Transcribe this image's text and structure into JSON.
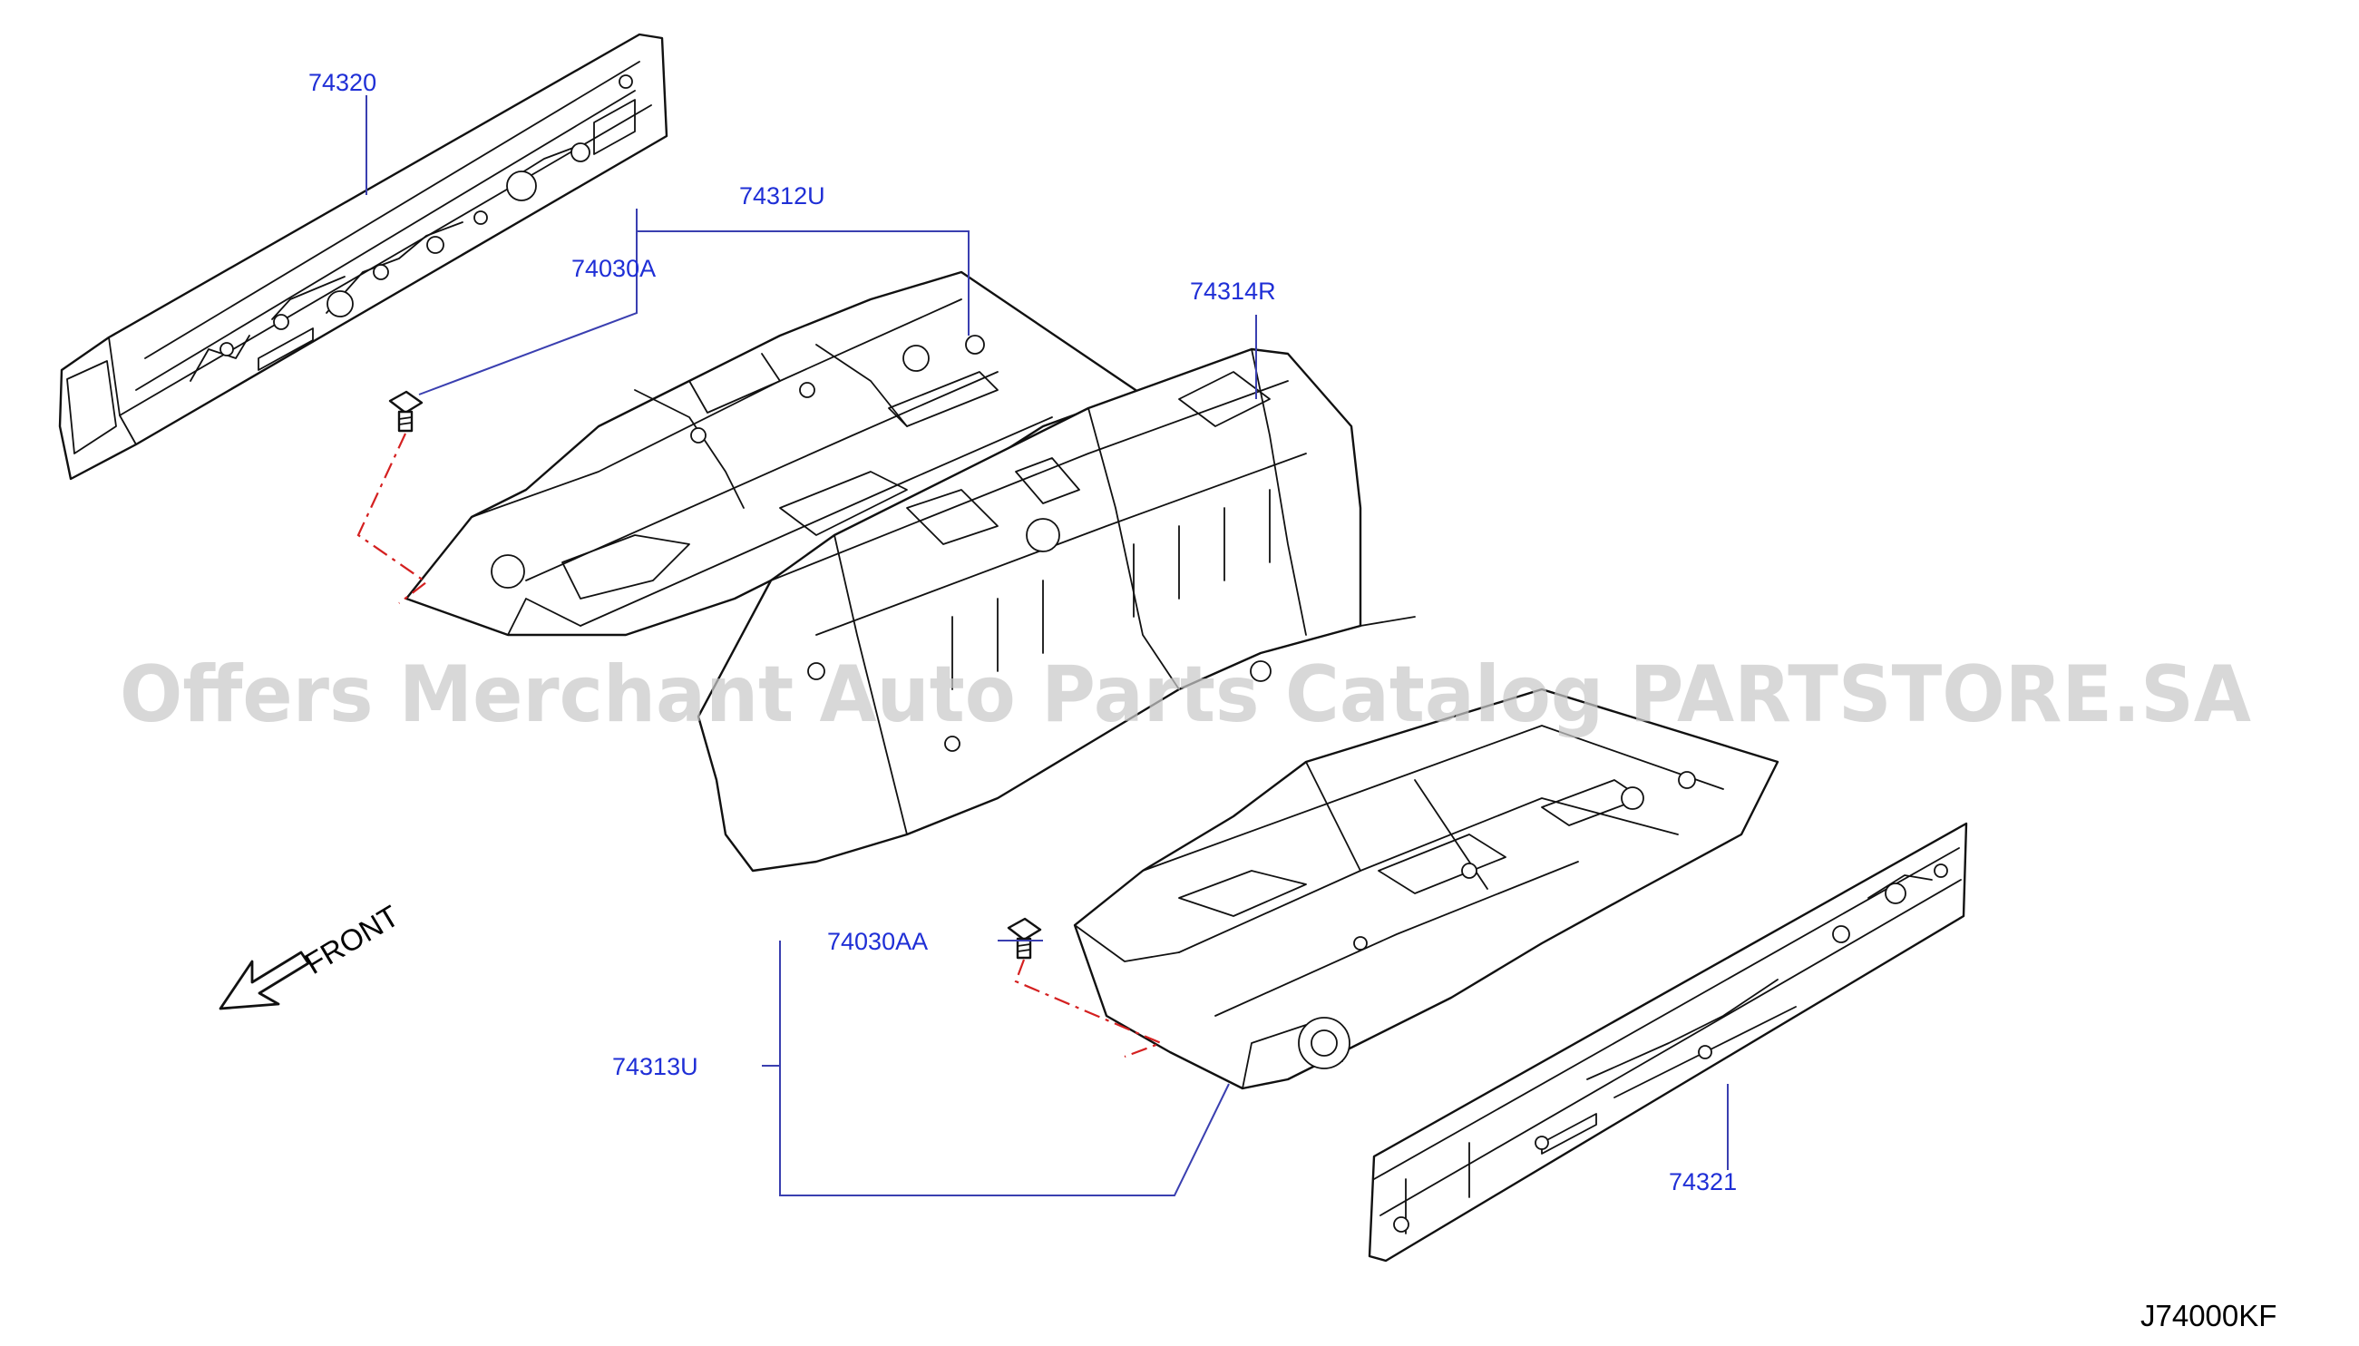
{
  "diagram": {
    "callouts": [
      {
        "id": "c74320",
        "label": "74320"
      },
      {
        "id": "c74312U",
        "label": "74312U"
      },
      {
        "id": "c74030A",
        "label": "74030A"
      },
      {
        "id": "c74314R",
        "label": "74314R"
      },
      {
        "id": "c74030AA",
        "label": "74030AA"
      },
      {
        "id": "c74313U",
        "label": "74313U"
      },
      {
        "id": "c74321",
        "label": "74321"
      }
    ],
    "front_label": "FRONT",
    "reference_code": "J74000KF",
    "watermark": "Offers Merchant Auto Parts Catalog PARTSTORE.SA",
    "colors": {
      "callout": "#1f2fd6",
      "leader": "#3a3fb0",
      "dash": "#d42020",
      "line": "#111111"
    }
  }
}
